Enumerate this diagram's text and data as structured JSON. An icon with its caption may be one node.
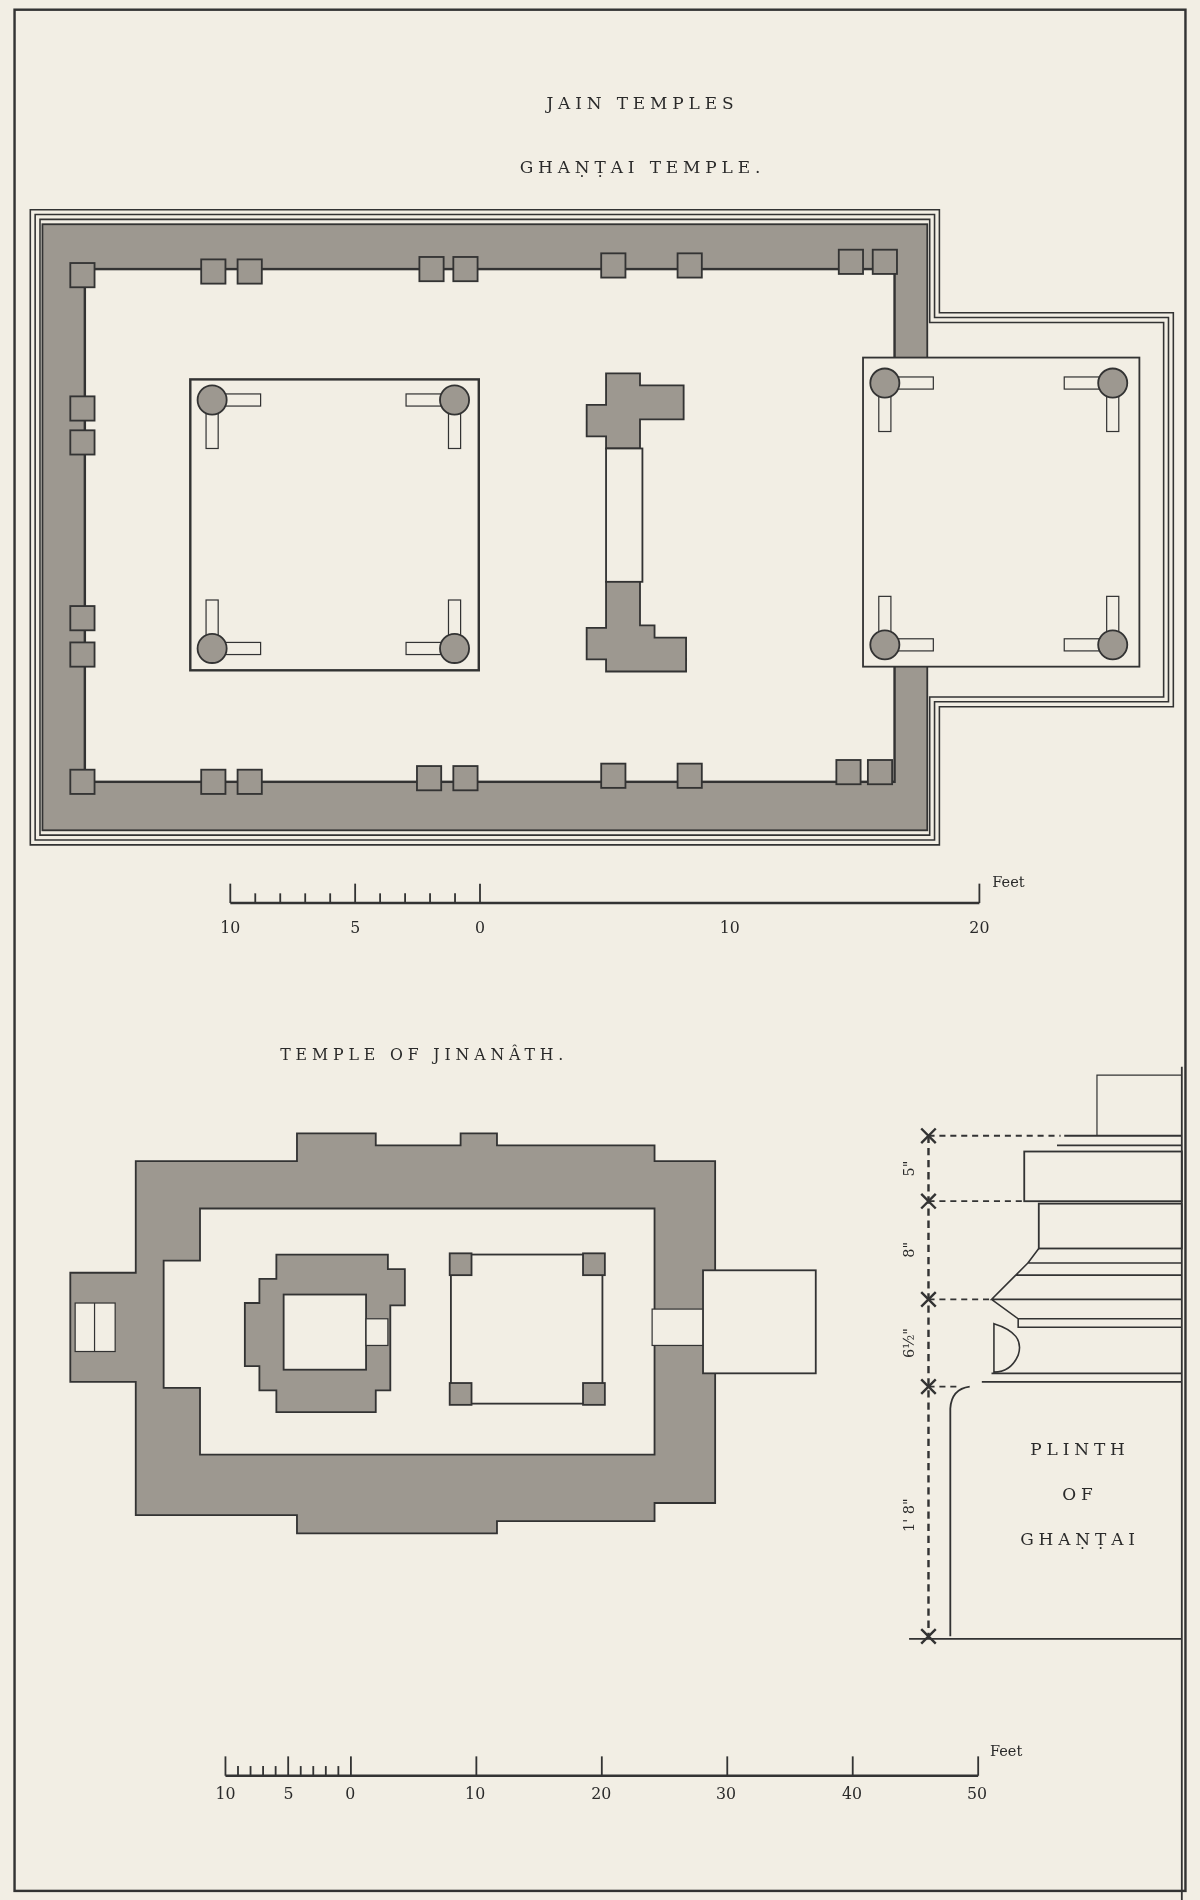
{
  "diagram": {
    "title": "JAIN TEMPLES",
    "labels": [
      "GHAṆṬAI TEMPLE.",
      "10",
      "5",
      "0",
      "10",
      "20",
      "Feet",
      "TEMPLE OF JINANÂTH.",
      "5\"",
      "8\"",
      "6½\"",
      "1' 8\"",
      "PLINTH OF GHAṆṬAI",
      "10",
      "5",
      "0",
      "10",
      "20",
      "30",
      "40",
      "50",
      "Feet"
    ]
  }
}
